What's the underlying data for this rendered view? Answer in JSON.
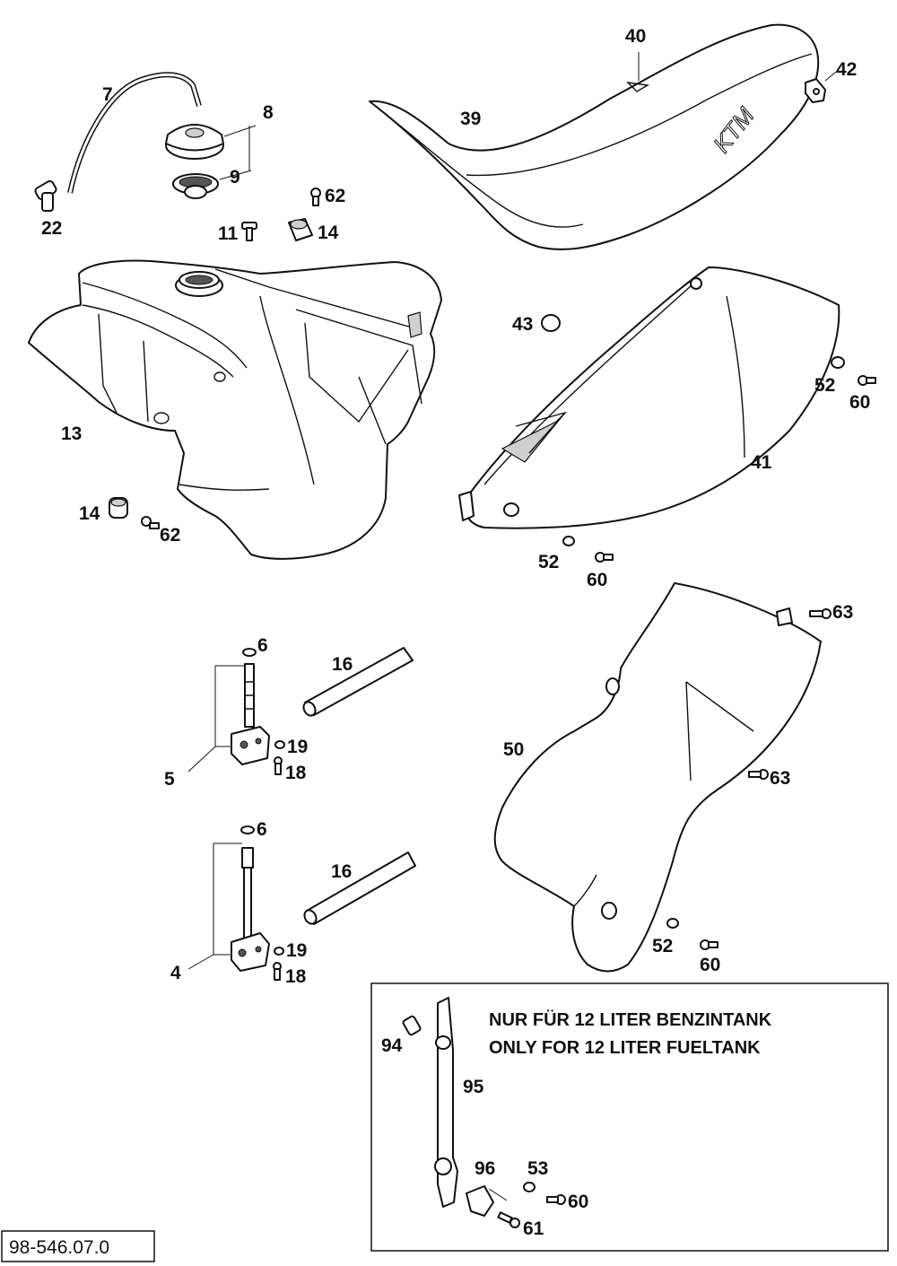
{
  "labels": {
    "p7": "7",
    "p8": "8",
    "p9": "9",
    "p22": "22",
    "p62a": "62",
    "p11": "11",
    "p14a": "14",
    "p39": "39",
    "p40": "40",
    "p42": "42",
    "p13": "13",
    "p14b": "14",
    "p62b": "62",
    "p43": "43",
    "p52a": "52",
    "p60a": "60",
    "p41": "41",
    "p52b": "52",
    "p60b": "60",
    "p6a": "6",
    "p16a": "16",
    "p19a": "19",
    "p18a": "18",
    "p5": "5",
    "p6b": "6",
    "p16b": "16",
    "p19b": "19",
    "p18b": "18",
    "p4": "4",
    "p63a": "63",
    "p50": "50",
    "p63b": "63",
    "p52c": "52",
    "p60c": "60",
    "p94": "94",
    "p95": "95",
    "p96": "96",
    "p53": "53",
    "p60d": "60",
    "p61": "61"
  },
  "note": {
    "line1": "NUR FÜR 12 LITER BENZINTANK",
    "line2": "ONLY FOR 12 LITER FUELTANK"
  },
  "doc_number": "98-546.07.0",
  "seat_logo": "KTM"
}
